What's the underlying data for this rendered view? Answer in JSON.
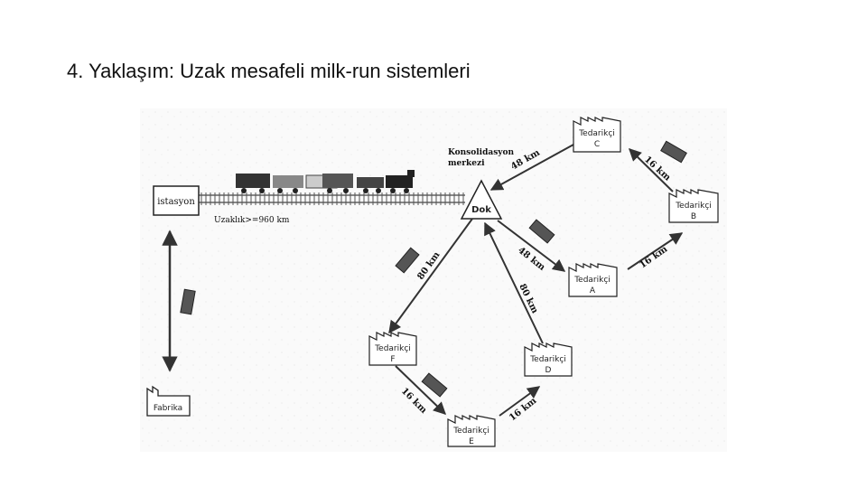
{
  "slide": {
    "title": "4. Yaklaşım: Uzak mesafeli milk-run sistemleri"
  },
  "diagram": {
    "station": "istasyon",
    "factory": "Fabrika",
    "dock": "Dok",
    "consolidation_line1": "Konsolidasyon",
    "consolidation_line2": "merkezi",
    "distance_note": "Uzaklık>=960 km",
    "supplier_word": "Tedarikçi",
    "suppliers": {
      "a": "A",
      "b": "B",
      "c": "C",
      "d": "D",
      "e": "E",
      "f": "F"
    },
    "distances": {
      "c_dock": "48 km",
      "b_c": "16 km",
      "a_b": "16 km",
      "dock_a": "48 km",
      "dock_f": "80 km",
      "d_dock": "80 km",
      "f_e": "16 km",
      "e_d": "16 km"
    }
  }
}
